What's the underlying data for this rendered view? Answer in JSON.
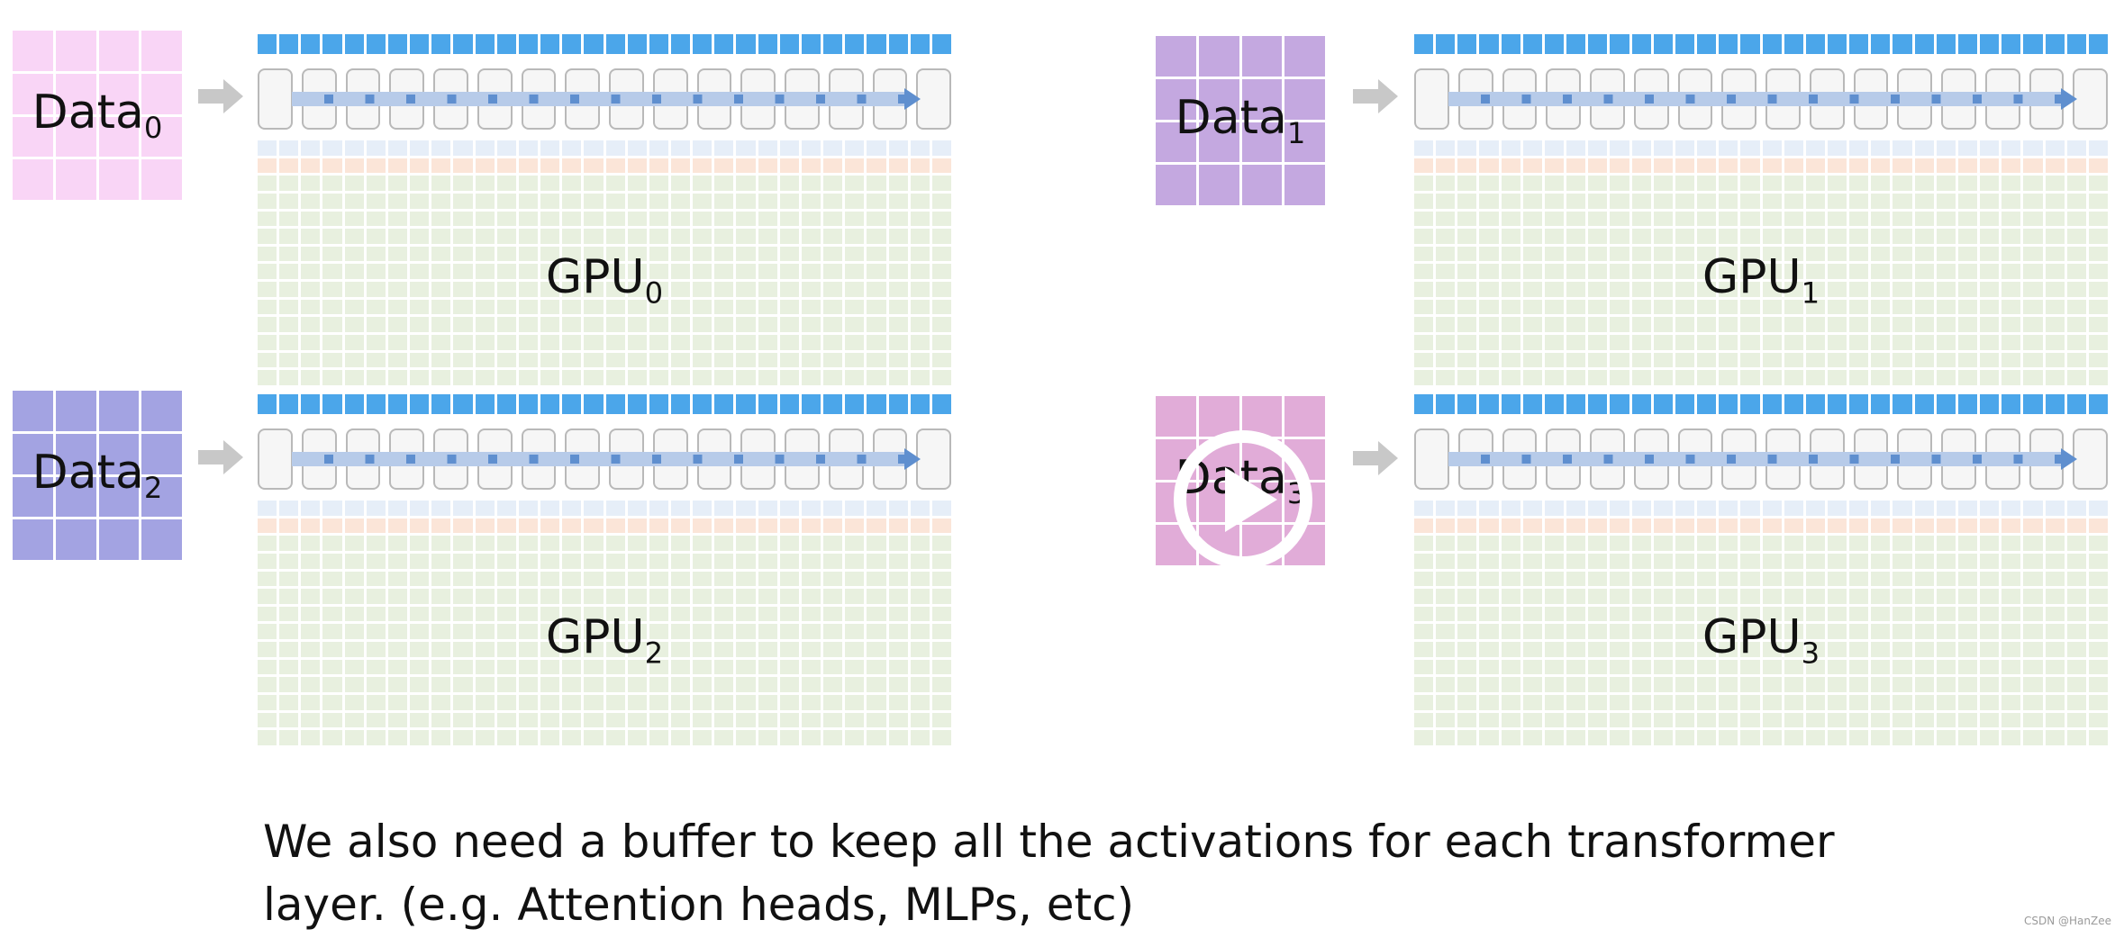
{
  "colors": {
    "param": "#4ba6ea",
    "flow": "#b7cbe9",
    "flow_dots": "#5f8fcf",
    "memory_green": "#e8f0df",
    "memory_blue": "#e6eef8",
    "memory_orange": "#fbe5d8",
    "arrow": "#c8c8c8"
  },
  "data_blocks": [
    {
      "base": "Data",
      "sub": "0",
      "color": "#f9d5f6"
    },
    {
      "base": "Data",
      "sub": "1",
      "color": "#c4a8e0"
    },
    {
      "base": "Data",
      "sub": "2",
      "color": "#a3a3e2"
    },
    {
      "base": "Data",
      "sub": "3",
      "color": "#e1acd8"
    }
  ],
  "gpus": [
    {
      "base": "GPU",
      "sub": "0"
    },
    {
      "base": "GPU",
      "sub": "1"
    },
    {
      "base": "GPU",
      "sub": "2"
    },
    {
      "base": "GPU",
      "sub": "3"
    }
  ],
  "caption": {
    "line1": "We also need a buffer to keep all the activations for each transformer",
    "line2": "layer. (e.g. Attention heads, MLPs, etc)"
  },
  "watermark": "CSDN @HanZee",
  "icons": {
    "arrow": "arrow-right-icon",
    "play": "play-icon"
  }
}
